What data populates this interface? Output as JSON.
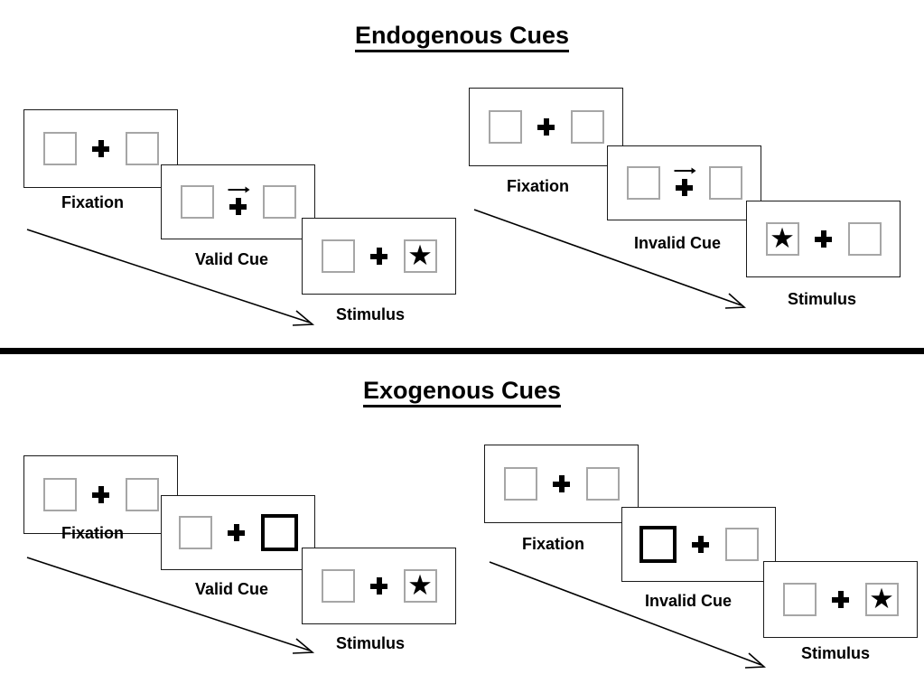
{
  "sections": [
    {
      "id": "endogenous",
      "title": "Endogenous Cues",
      "sequences": [
        {
          "id": "endogenous-valid",
          "panels": [
            {
              "caption": "Fixation",
              "cue": "none",
              "left_box": "empty",
              "right_box": "empty"
            },
            {
              "caption": "Valid Cue",
              "cue": "arrow-right",
              "left_box": "empty",
              "right_box": "empty"
            },
            {
              "caption": "Stimulus",
              "cue": "none",
              "left_box": "empty",
              "right_box": "star"
            }
          ]
        },
        {
          "id": "endogenous-invalid",
          "panels": [
            {
              "caption": "Fixation",
              "cue": "none",
              "left_box": "empty",
              "right_box": "empty"
            },
            {
              "caption": "Invalid Cue",
              "cue": "arrow-right",
              "left_box": "empty",
              "right_box": "empty"
            },
            {
              "caption": "Stimulus",
              "cue": "none",
              "left_box": "star",
              "right_box": "empty"
            }
          ]
        }
      ]
    },
    {
      "id": "exogenous",
      "title": "Exogenous Cues",
      "sequences": [
        {
          "id": "exogenous-valid",
          "panels": [
            {
              "caption": "Fixation",
              "cue": "none",
              "left_box": "empty",
              "right_box": "empty"
            },
            {
              "caption": "Valid Cue",
              "cue": "none",
              "left_box": "empty",
              "right_box": "cued"
            },
            {
              "caption": "Stimulus",
              "cue": "none",
              "left_box": "empty",
              "right_box": "star"
            }
          ]
        },
        {
          "id": "exogenous-invalid",
          "panels": [
            {
              "caption": "Fixation",
              "cue": "none",
              "left_box": "empty",
              "right_box": "empty"
            },
            {
              "caption": "Invalid Cue",
              "cue": "none",
              "left_box": "cued",
              "right_box": "empty"
            },
            {
              "caption": "Stimulus",
              "cue": "none",
              "left_box": "empty",
              "right_box": "star"
            }
          ]
        }
      ]
    }
  ],
  "icons": {
    "star_glyph": "★",
    "cue_arrow": "arrow-right-icon",
    "fixation_cross": "plus-icon",
    "flow_arrow": "diagonal-arrow-icon"
  },
  "colors": {
    "ink": "#000000",
    "panel_border": "#1a1a1a",
    "box_border": "#a6a6a6",
    "cued_box_border": "#000000",
    "background": "#ffffff"
  }
}
